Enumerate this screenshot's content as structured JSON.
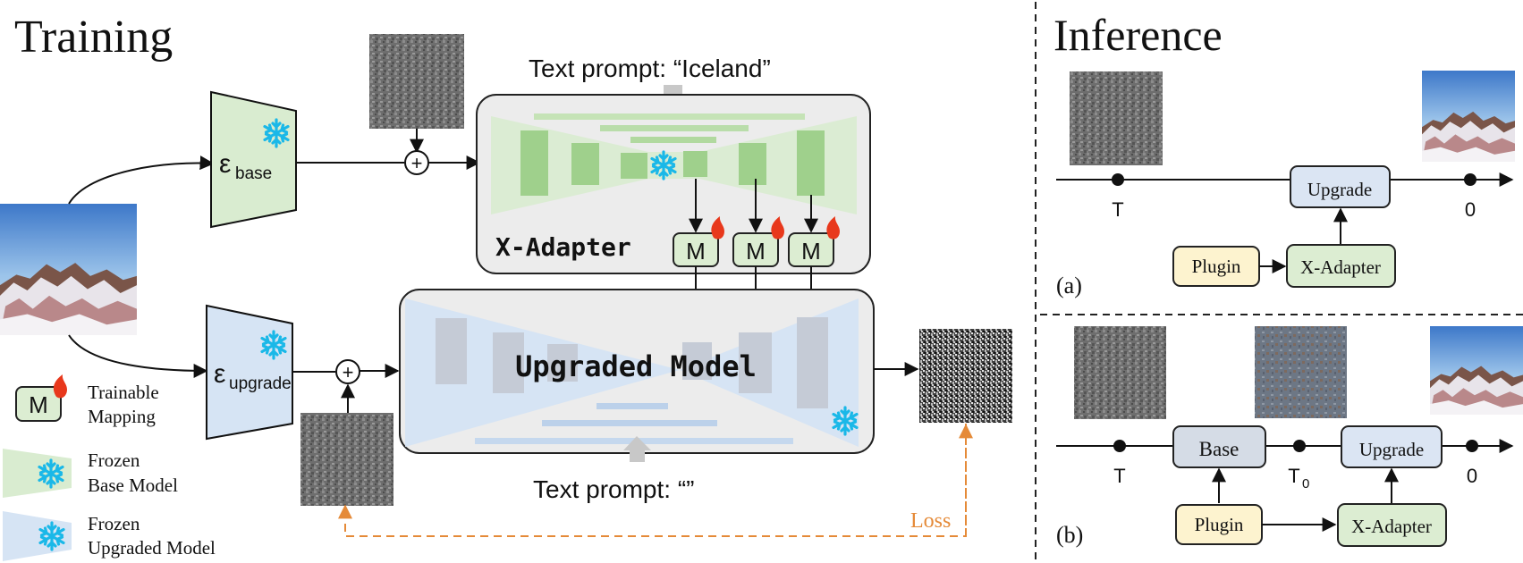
{
  "training": {
    "title": "Training",
    "prompt_top": "Text prompt: “Iceland”",
    "prompt_bottom": "Text prompt: “”",
    "enc_base_sym": "ε",
    "enc_base_sub": "base",
    "enc_up_sym": "ε",
    "enc_up_sub": "upgrade",
    "xadapter": "X-Adapter",
    "upgraded_model": "Upgraded Model",
    "mapping_letter": "M",
    "loss": "Loss",
    "plus": "+"
  },
  "legend": {
    "m_letter": "M",
    "trainable": [
      "Trainable",
      "Mapping"
    ],
    "frozen_base": [
      "Frozen",
      "Base Model"
    ],
    "frozen_upgraded": [
      "Frozen",
      "Upgraded Model"
    ]
  },
  "inference": {
    "title": "Inference",
    "a": {
      "label": "(a)",
      "t_start": "T",
      "t_end": "0",
      "upgrade": "Upgrade",
      "plugin": "Plugin",
      "xadapter": "X-Adapter"
    },
    "b": {
      "label": "(b)",
      "t_start": "T",
      "t_mid": "T",
      "t_mid_sub": "0",
      "t_end": "0",
      "base": "Base",
      "upgrade": "Upgrade",
      "plugin": "Plugin",
      "xadapter": "X-Adapter"
    }
  },
  "colors": {
    "base_green": "#d9ecd0",
    "block_green": "#9fd08c",
    "upgraded_blue": "#d6e4f4",
    "block_gray": "#c5cbd6",
    "snowflake": "#1ab8e8",
    "flame": "#e8381c",
    "loss_orange": "#e58a38",
    "plugin_yellow": "#fdf3cf",
    "upgrade_box": "#dbe5f3",
    "base_box": "#d5dce6",
    "xadapter_box": "#dcedd2"
  }
}
